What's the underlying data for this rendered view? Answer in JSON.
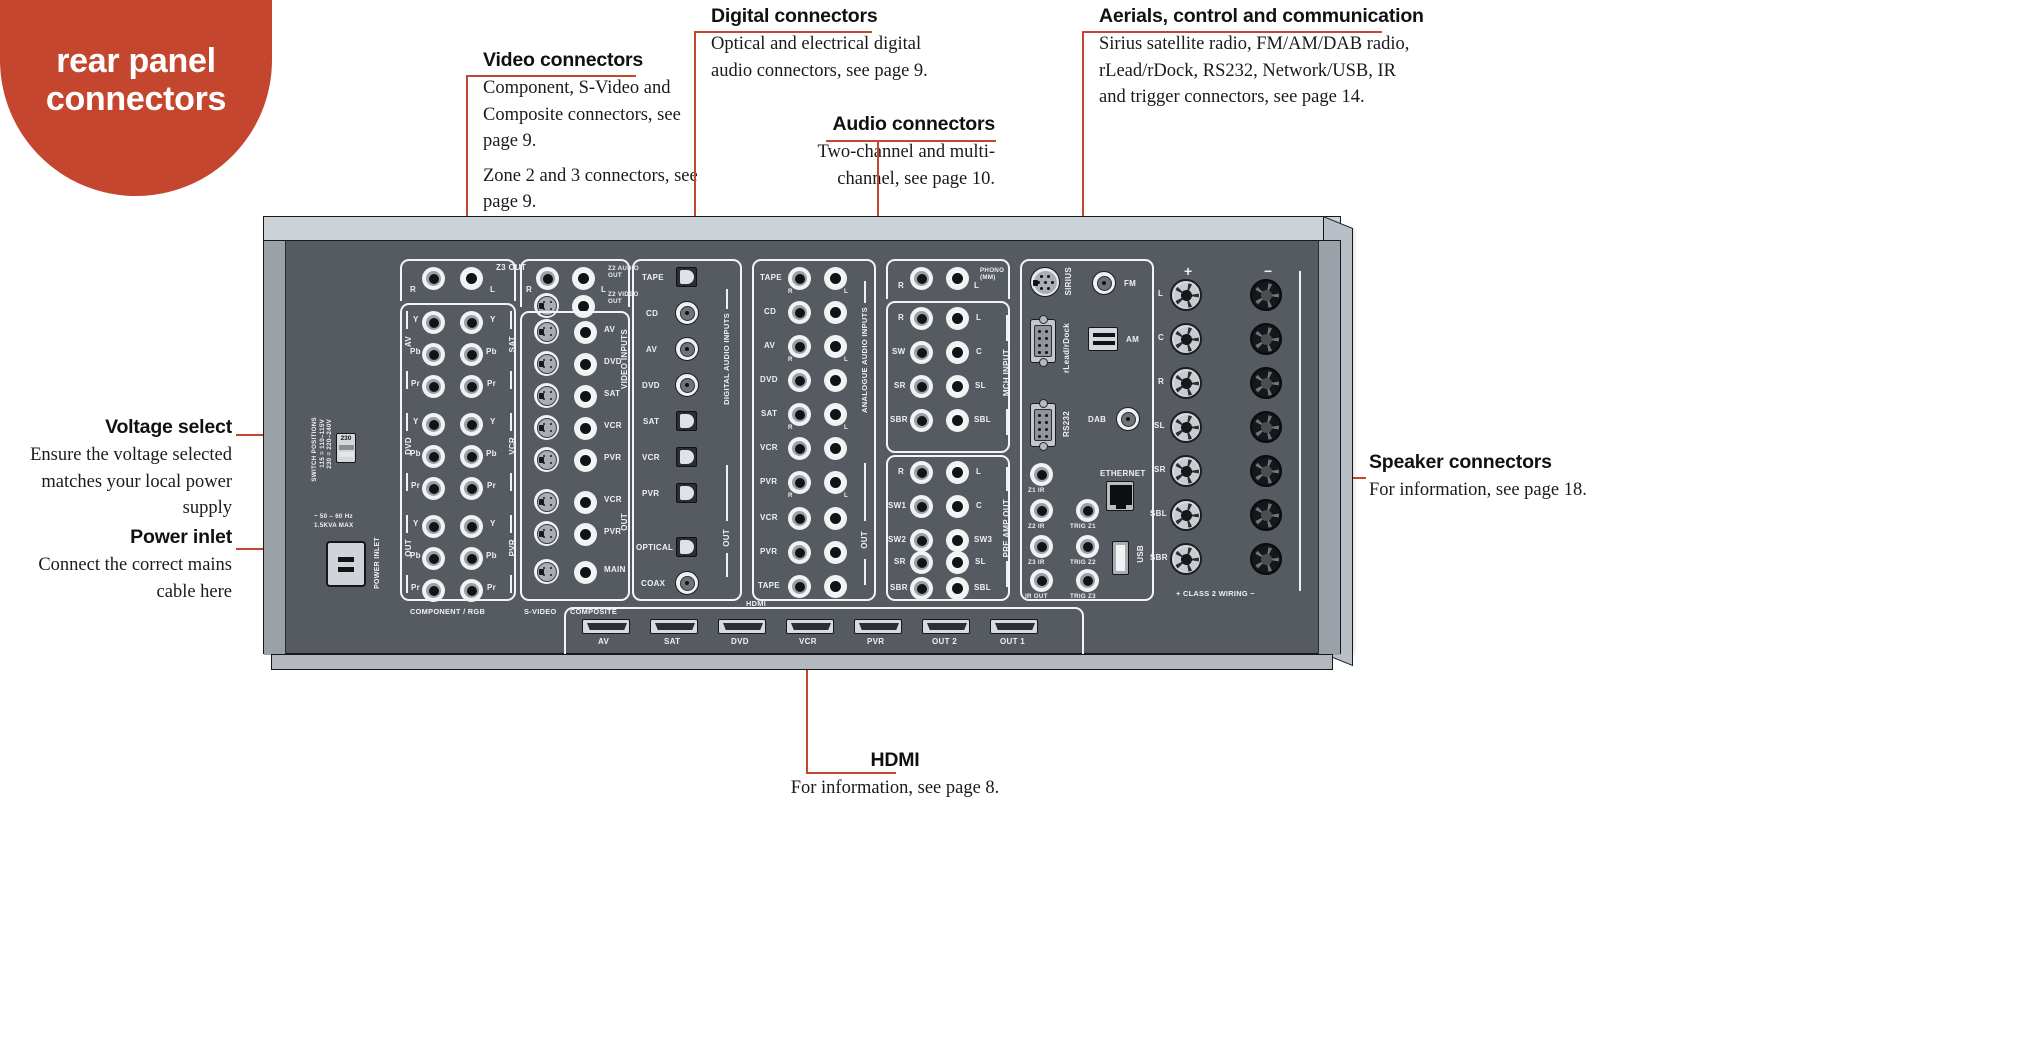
{
  "badge": {
    "line1": "rear panel",
    "line2": "connectors"
  },
  "callouts": {
    "video": {
      "title": "Video connectors",
      "p1": "Component, S-Video and Composite connectors, see page 9.",
      "p2": "Zone 2 and 3 connectors, see page 9."
    },
    "digital": {
      "title": "Digital connectors",
      "p1": "Optical and electrical digital audio connectors, see page 9."
    },
    "aerials": {
      "title": "Aerials, control and communication",
      "p1": "Sirius satellite radio, FM/AM/DAB radio, rLead/rDock, RS232, Network/USB, IR and trigger connectors, see page 14."
    },
    "audio": {
      "title": "Audio connectors",
      "p1": "Two-channel and multi-channel, see page 10."
    },
    "speaker": {
      "title": "Speaker connectors",
      "p1": "For information, see page 18."
    },
    "voltage": {
      "title": "Voltage select",
      "p1": "Ensure the voltage selected matches your local power supply"
    },
    "power": {
      "title": "Power inlet",
      "p1": "Connect the correct mains cable here"
    },
    "hdmi": {
      "title": "HDMI",
      "p1": "For information, see page 8."
    }
  },
  "panel": {
    "voltage_switch": {
      "value": "230",
      "note_line1": "SWITCH POSITIONS",
      "note_line2": "115 = 110–115V",
      "note_line3": "230 = 220–240V"
    },
    "power_inlet": {
      "label": "POWER INLET",
      "spec_line1": "~ 50 – 60 Hz",
      "spec_line2": "1.5KVA MAX"
    },
    "component": {
      "group_label": "COMPONENT / RGB",
      "z3_out": {
        "label": "Z3 OUT",
        "left": "R",
        "right": "L"
      },
      "rows": [
        {
          "group": "AV",
          "signals": [
            "Y",
            "Pb",
            "Pr"
          ],
          "right_group": "SAT"
        },
        {
          "group": "DVD",
          "signals": [
            "Y",
            "Pb",
            "Pr"
          ],
          "right_group": "VCR"
        },
        {
          "group": "OUT",
          "signals": [
            "Y",
            "Pb",
            "Pr"
          ],
          "right_group": "PVR"
        }
      ]
    },
    "svideo_composite": {
      "group_label_svideo": "S-VIDEO",
      "group_label_composite": "COMPOSITE",
      "video_inputs_label": "VIDEO INPUTS",
      "out_label": "OUT",
      "z2_audio_out": {
        "label": "Z2 AUDIO OUT",
        "left": "R",
        "right": "L"
      },
      "z2_video_out": {
        "label": "Z2 VIDEO OUT"
      },
      "rows": [
        "AV",
        "DVD",
        "SAT",
        "VCR",
        "PVR",
        "VCR",
        "PVR",
        "MAIN"
      ]
    },
    "digital_audio": {
      "column_label": "DIGITAL AUDIO INPUTS",
      "out_label": "OUT",
      "rows": [
        {
          "label": "TAPE",
          "type": "optical"
        },
        {
          "label": "CD",
          "type": "coax"
        },
        {
          "label": "AV",
          "type": "coax"
        },
        {
          "label": "DVD",
          "type": "coax"
        },
        {
          "label": "SAT",
          "type": "optical"
        },
        {
          "label": "VCR",
          "type": "optical"
        },
        {
          "label": "PVR",
          "type": "optical"
        }
      ],
      "outputs": [
        {
          "label": "OPTICAL",
          "type": "optical"
        },
        {
          "label": "COAX",
          "type": "coax"
        }
      ]
    },
    "analogue_audio": {
      "column_label": "ANALOGUE AUDIO INPUTS",
      "out_label": "OUT",
      "lr": {
        "left": "R",
        "right": "L"
      },
      "rows": [
        "TAPE",
        "CD",
        "AV",
        "DVD",
        "SAT",
        "VCR",
        "PVR",
        "VCR",
        "PVR",
        "TAPE"
      ]
    },
    "mch_preamp": {
      "phono_label": "PHONO (MM)",
      "mch_label": "MCH INPUT",
      "preamp_label": "PRE AMP OUT",
      "phono_row": {
        "left": "R",
        "right": "L"
      },
      "mch_rows": [
        {
          "left": "R",
          "right": "L"
        },
        {
          "left": "SW",
          "right": "C"
        },
        {
          "left": "SR",
          "right": "SL"
        },
        {
          "left": "SBR",
          "right": "SBL"
        }
      ],
      "preamp_rows": [
        {
          "left": "R",
          "right": "L"
        },
        {
          "left": "SW1",
          "right": "C"
        },
        {
          "left": "SW2",
          "right": "SW3"
        },
        {
          "left": "SR",
          "right": "SL"
        },
        {
          "left": "SBR",
          "right": "SBL"
        }
      ]
    },
    "aerials": {
      "sirius": "SIRIUS",
      "rlead_rdock": "rLead/rDock",
      "rs232": "RS232",
      "fm": "FM",
      "am": "AM",
      "dab": "DAB",
      "ethernet": "ETHERNET",
      "usb": "USB",
      "ir_triggers": [
        {
          "left": "Z1 IR",
          "right": ""
        },
        {
          "left": "Z2 IR",
          "right": "TRIG Z1"
        },
        {
          "left": "Z3 IR",
          "right": "TRIG Z2"
        },
        {
          "left": "IR OUT",
          "right": "TRIG Z3"
        }
      ]
    },
    "speakers": {
      "plus": "+",
      "minus": "−",
      "class2": "+ CLASS 2 WIRING −",
      "rows": [
        "L",
        "C",
        "R",
        "SL",
        "SR",
        "SBL",
        "SBR"
      ]
    },
    "hdmi_row": {
      "group_label": "HDMI",
      "ports": [
        "AV",
        "SAT",
        "DVD",
        "VCR",
        "PVR",
        "OUT 2",
        "OUT 1"
      ]
    }
  },
  "colors": {
    "accent": "#C4462E",
    "panel": "#565b61",
    "chassis_top": "#cdd2d7",
    "label": "#eef1f3"
  }
}
